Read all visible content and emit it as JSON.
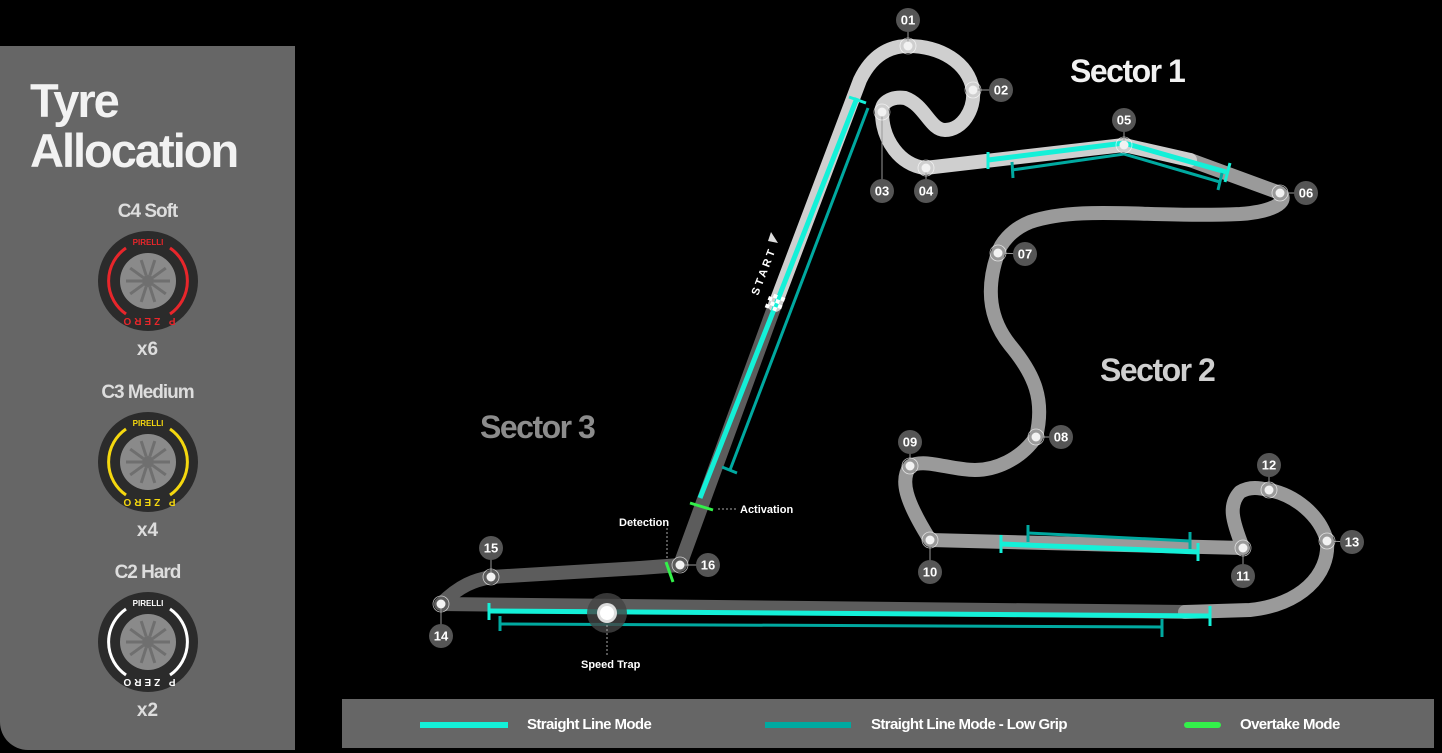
{
  "panel": {
    "title_line1": "Tyre",
    "title_line2": "Allocation",
    "tyres": [
      {
        "name": "C4 Soft",
        "count": "x6",
        "color": "#e8262b",
        "brand": "PIRELLI",
        "model": "P ZERO"
      },
      {
        "name": "C3 Medium",
        "count": "x4",
        "color": "#f5d80f",
        "brand": "PIRELLI",
        "model": "P ZERO"
      },
      {
        "name": "C2 Hard",
        "count": "x2",
        "color": "#ffffff",
        "brand": "PIRELLI",
        "model": "P ZERO"
      }
    ]
  },
  "map": {
    "sectors": {
      "s1": "Sector 1",
      "s2": "Sector 2",
      "s3": "Sector 3"
    },
    "start_label": "START",
    "detection_label": "Detection",
    "activation_label": "Activation",
    "speed_trap_label": "Speed Trap",
    "turns": [
      "01",
      "02",
      "03",
      "04",
      "05",
      "06",
      "07",
      "08",
      "09",
      "10",
      "11",
      "12",
      "13",
      "14",
      "15",
      "16"
    ]
  },
  "legend": {
    "items": [
      {
        "label": "Straight Line Mode",
        "color": "#14f0d8"
      },
      {
        "label": "Straight Line Mode - Low Grip",
        "color": "#00a9a0"
      },
      {
        "label": "Overtake Mode",
        "color": "#33f04a"
      }
    ]
  },
  "colors": {
    "sector1": "#cfcfcf",
    "sector2": "#9a9a9a",
    "sector3": "#5c5c5c",
    "panel": "#666666"
  }
}
